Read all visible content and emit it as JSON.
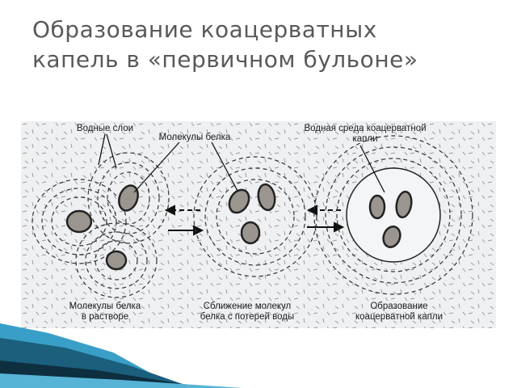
{
  "slide": {
    "title_lines": [
      "Образование коацерватных",
      "капель в «первичном бульоне»"
    ]
  },
  "figure": {
    "labels": {
      "water_layers": "Водные слои",
      "protein_molecules_top": "Молекулы белка",
      "water_env_line1": "Водная среда коацерватной",
      "water_env_line2": "капли",
      "stage1_line1": "Молекулы белка",
      "stage1_line2": "в растворе",
      "stage2_line1": "Сближение молекул",
      "stage2_line2": "белка с потерей воды",
      "stage3_line1": "Образование",
      "stage3_line2": "коацерватной капли"
    }
  },
  "colors": {
    "title": "#595959",
    "figure_bg": "#eef0f2",
    "ink": "#1a1a1a",
    "accent_dark": "#1b5f7d",
    "accent_light": "#58b4d6"
  }
}
